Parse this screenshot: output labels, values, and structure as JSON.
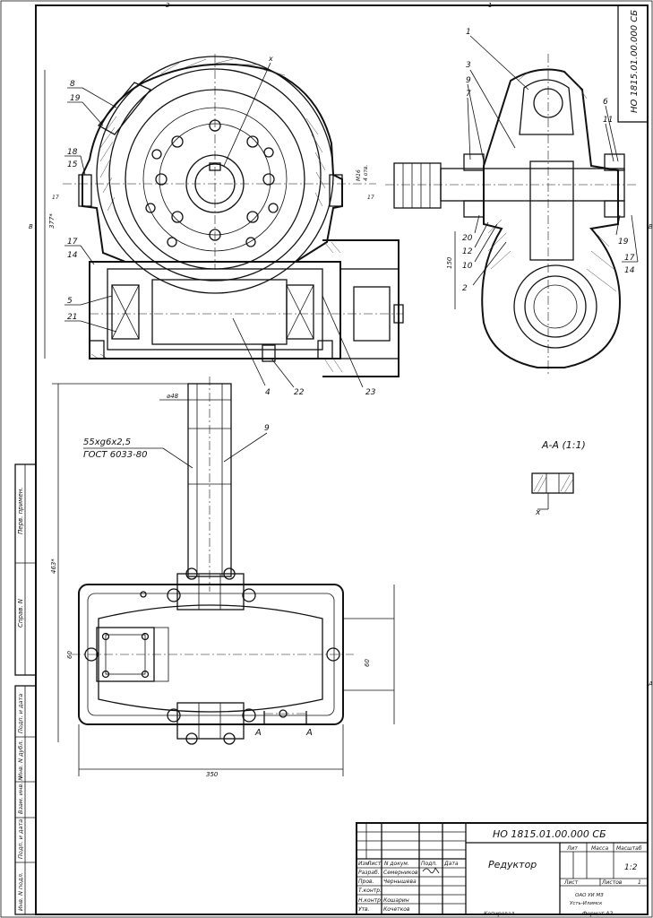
{
  "designation": "НО 1815.01.00.000 СБ",
  "title": "Редуктор",
  "scale": "1:2",
  "sheet_word": "Лист",
  "sheets_word": "Листов",
  "sheets_count": "1",
  "org_line1": "ОАО УИ МЗ",
  "org_line2": "Усть-Илимск",
  "copied": "Копировал",
  "format": "Формат А2",
  "title_block_headers": {
    "lit": "Лит",
    "massa": "Масса",
    "masshtab": "Масштаб",
    "izm": "Изм",
    "list": "Лист",
    "doc": "N докум.",
    "sign": "Подп.",
    "date": "Дата"
  },
  "roles": [
    {
      "role": "Разраб.",
      "name": "Семерников"
    },
    {
      "role": "Пров.",
      "name": "Чернышева"
    },
    {
      "role": "Т.контр.",
      "name": ""
    },
    {
      "role": "",
      "name": ""
    },
    {
      "role": "Н.контр.",
      "name": "Кошарин"
    },
    {
      "role": "Утв.",
      "name": "Кочетков"
    }
  ],
  "side_labels": [
    "Перв. примен.",
    "Справ. N",
    "Подп. и дата",
    "Инв. N дубл.",
    "Взам. инв. N",
    "Подп. и дата",
    "Инв. N подл."
  ],
  "zone_marks": {
    "top": [
      "1",
      "2"
    ],
    "left": [
      "B"
    ],
    "right": [
      "B",
      "A"
    ]
  },
  "section_label": "А-А (1:1)",
  "section_mark": "x",
  "view_mark": "x",
  "cut_marks": [
    "А",
    "А"
  ],
  "thread_note": [
    "55xg6x2,5",
    "ГОСТ 6033-80"
  ],
  "dimensions": {
    "d48": "⌀48",
    "h463": "463*",
    "h377": "377*",
    "w350": "350",
    "d60a": "60",
    "d60b": "60",
    "d150": "150",
    "d17a": "17",
    "d17b": "17",
    "m16": "M16",
    "m16_count": "4 отв."
  },
  "callouts_left": [
    "8",
    "19",
    "18",
    "15",
    "17",
    "14",
    "5",
    "21",
    "4",
    "22",
    "23",
    "9"
  ],
  "callouts_right": [
    "1",
    "3",
    "9",
    "7",
    "6",
    "11",
    "20",
    "12",
    "10",
    "2",
    "19",
    "17",
    "14"
  ]
}
